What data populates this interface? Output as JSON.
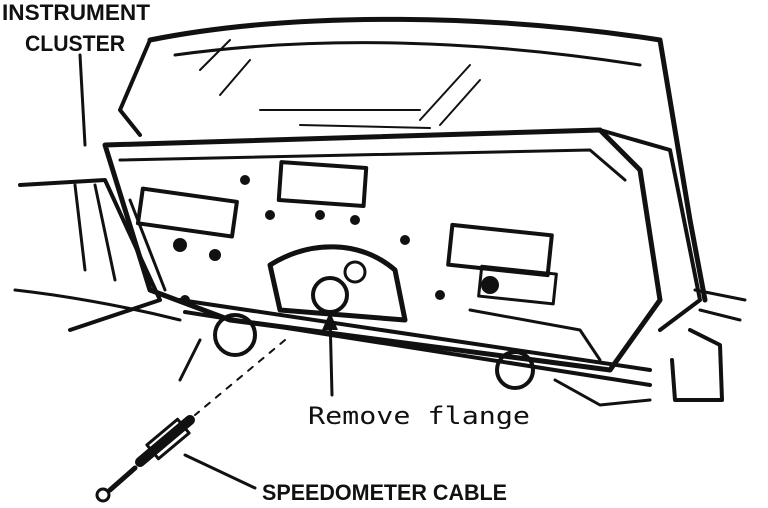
{
  "labels": {
    "cluster_line1": "INSTRUMENT",
    "cluster_line2": "CLUSTER",
    "flange": "Remove flange",
    "cable": "SPEEDOMETER CABLE"
  },
  "colors": {
    "ink": "#111111",
    "paper": "#ffffff"
  }
}
